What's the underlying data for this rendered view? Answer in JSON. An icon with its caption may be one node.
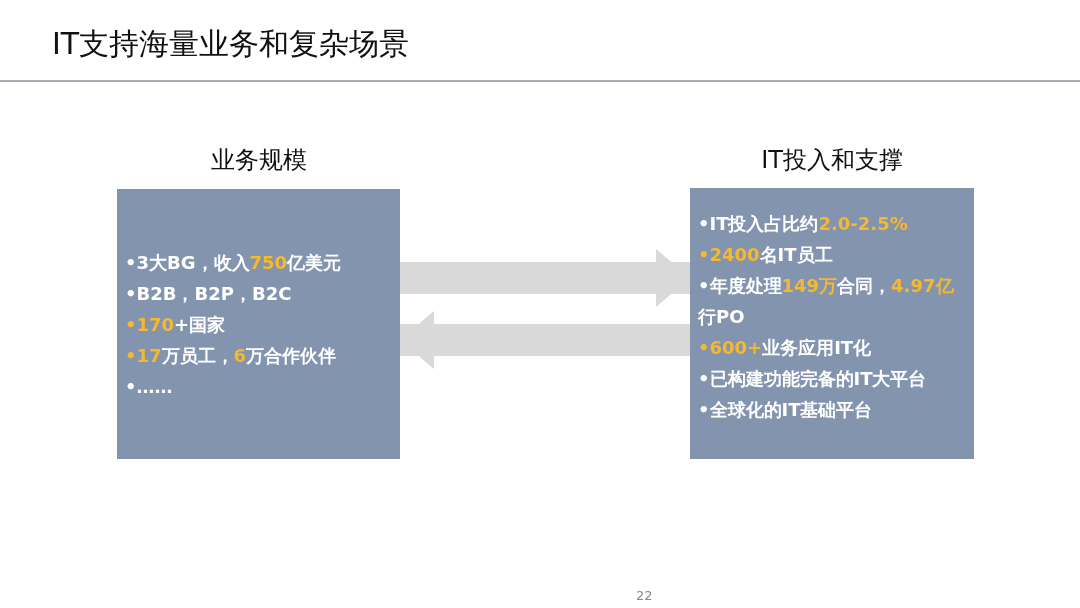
{
  "diagram": {
    "title": "IT支持海量业务和复杂场景",
    "nodes": [
      {
        "text": [
          "业务规模",
          "•3大BG，收入**750**亿美元",
          "•B2B，B2P，B2C",
          "**•170**+国家",
          "**•17**万员工，**6**万合作伙伴",
          "•……"
        ]
      },
      {
        "text": [
          "IT投入和支撑",
          "•IT投入占比约**2.0-2.5%**",
          "**•2400**名IT员工",
          "•年度处理**149万**合同，**4.97亿**行PO",
          "**•600+**业务应用IT化",
          "•已构建功能完备的IT大平台",
          "•全球化的IT基础平台"
        ]
      }
    ],
    "edges": [
      {
        "from": 0,
        "to": 1,
        "arrow": "to"
      },
      {
        "from": 1,
        "to": 0,
        "arrow": "to"
      }
    ],
    "labels": [
      "22"
    ]
  }
}
